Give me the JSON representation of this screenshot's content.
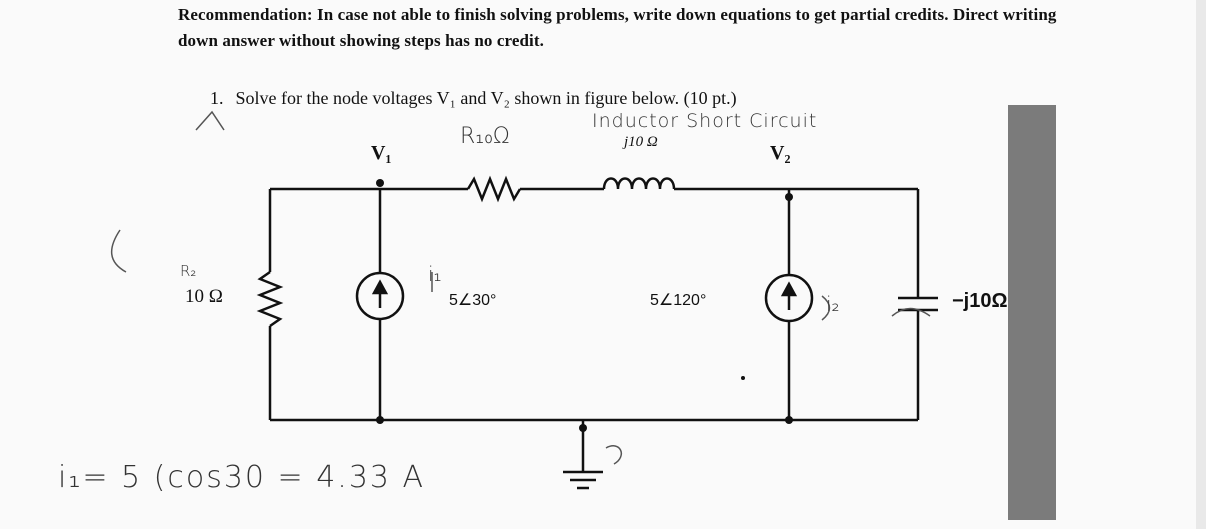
{
  "header": {
    "recommendation": "Recommendation: In case not able to finish solving problems, write down equations to get partial credits. Direct writing down answer without showing steps has no credit."
  },
  "problem": {
    "number": "1.",
    "text": "Solve for the node voltages V₁ and V₂ shown in figure below. (10 pt.)"
  },
  "circuit": {
    "node_v1": "V₁",
    "node_v2": "V₂",
    "left_resistor": "10 Ω",
    "top_inductor": "j10 Ω",
    "source1": "5∠30°",
    "source2": "5∠120°",
    "capacitor": "−j10Ω"
  },
  "handwriting": {
    "r_note": "R₁₀Ω",
    "inductor_note": "Inductor Short Circuit",
    "r2_mark": "R₂",
    "i1_mark": "i₁",
    "i2_mark": "i₂",
    "equation": "i₁= 5 (cos30 = 4.33 A"
  }
}
